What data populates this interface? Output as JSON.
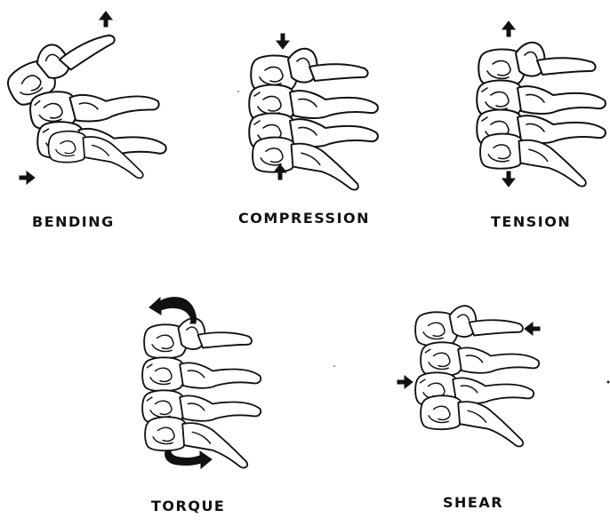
{
  "panels": [
    {
      "id": "bending",
      "label": "BENDING"
    },
    {
      "id": "compression",
      "label": "COMPRESSION"
    },
    {
      "id": "tension",
      "label": "TENSION"
    },
    {
      "id": "torque",
      "label": "TORQUE"
    },
    {
      "id": "shear",
      "label": "SHEAR"
    }
  ],
  "colors": {
    "ink": "#111111",
    "background": "#ffffff"
  }
}
